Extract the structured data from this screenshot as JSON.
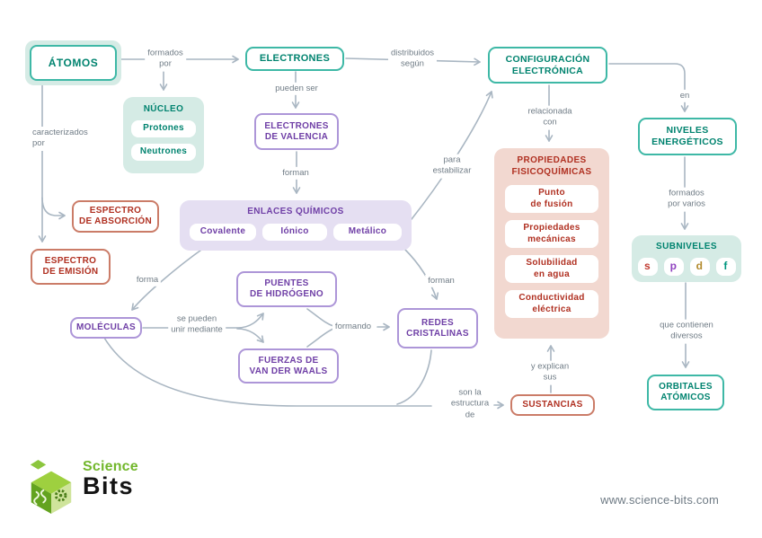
{
  "palette": {
    "teal_text": "#00836f",
    "teal_border": "#3eb8a6",
    "teal_bg": "#d5ebe5",
    "purple_text": "#6f3fa6",
    "purple_border": "#ad96d8",
    "purple_bg": "#e5dff2",
    "red_text": "#b03021",
    "red_border": "#cb7c68",
    "pink_bg": "#f2d8d0",
    "line": "#a9b6c2",
    "edge_label": "#707c86"
  },
  "nodes": {
    "atomos": "ÁTOMOS",
    "nucleo_title": "NÚCLEO",
    "nucleo_items": [
      "Protones",
      "Neutrones"
    ],
    "electrones": "ELECTRONES",
    "electrones_valencia": "ELECTRONES\nDE VALENCIA",
    "configuracion": "CONFIGURACIÓN\nELECTRÓNICA",
    "niveles": "NIVELES\nENERGÉTICOS",
    "subniveles_title": "SUBNIVELES",
    "subniveles_items": [
      {
        "label": "s",
        "color": "#c0392f"
      },
      {
        "label": "p",
        "color": "#9044c0"
      },
      {
        "label": "d",
        "color": "#b28a2e"
      },
      {
        "label": "f",
        "color": "#00967f"
      }
    ],
    "orbitales": "ORBITALES\nATÓMICOS",
    "enlaces_title": "ENLACES QUÍMICOS",
    "enlaces_items": [
      "Covalente",
      "Iónico",
      "Metálico"
    ],
    "propiedades_title": "PROPIEDADES\nFISICOQUÍMICAS",
    "propiedades_items": [
      "Punto\nde fusión",
      "Propiedades\nmecánicas",
      "Solubilidad\nen agua",
      "Conductividad\neléctrica"
    ],
    "espectro_absorcion": "ESPECTRO\nDE ABSORCIÓN",
    "espectro_emision": "ESPECTRO\nDE EMISIÓN",
    "moleculas": "MOLÉCULAS",
    "puentes": "PUENTES\nDE HIDRÓGENO",
    "fuerzas": "FUERZAS DE\nVAN DER WAALS",
    "redes": "REDES\nCRISTALINAS",
    "sustancias": "SUSTANCIAS"
  },
  "edge_labels": {
    "formados_por": "formados\npor",
    "caracterizados_por": "caracterizados\npor",
    "pueden_ser": "pueden ser",
    "forman_1": "forman",
    "distribuidos_segun": "distribuidos\nsegún",
    "para_estabilizar": "para\nestabilizar",
    "relacionada_con": "relacionada\ncon",
    "en": "en",
    "formados_por_varios": "formados\npor varios",
    "que_contienen_diversos": "que contienen\ndiversos",
    "forma": "forma",
    "se_pueden_unir": "se pueden\nunir mediante",
    "formando": "formando",
    "forman_2": "forman",
    "son_la_estructura_de": "son la\nestructura\nde",
    "y_explican_sus": "y explican\nsus"
  },
  "footer": {
    "logo_science": "Science",
    "logo_bits": "Bits",
    "url": "www.science-bits.com"
  }
}
